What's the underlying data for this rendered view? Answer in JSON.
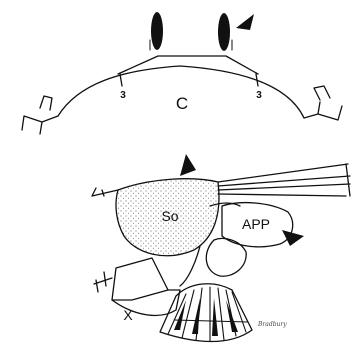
{
  "labels": {
    "carapace": "C",
    "seta_mark_left": "3",
    "seta_mark_right": "3",
    "sclerite": "So",
    "appendix": "APP",
    "segment": "X"
  },
  "signature": "Bradbury",
  "colors": {
    "ink": "#111111",
    "stipple": "#444444",
    "background": "#ffffff"
  }
}
